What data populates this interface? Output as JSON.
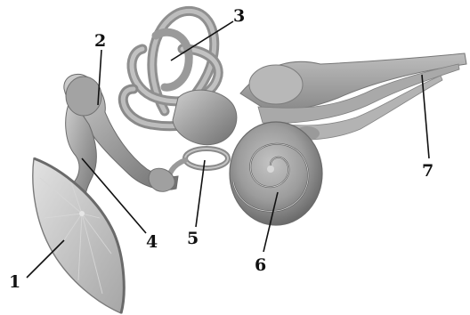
{
  "diagram": {
    "labels": [
      {
        "id": "eardrum",
        "number": "1"
      },
      {
        "id": "incus",
        "number": "2"
      },
      {
        "id": "semicircular-canals",
        "number": "3"
      },
      {
        "id": "malleus",
        "number": "4"
      },
      {
        "id": "stapes",
        "number": "5"
      },
      {
        "id": "cochlea",
        "number": "6"
      },
      {
        "id": "auditory-nerve",
        "number": "7"
      }
    ],
    "colors": {
      "structure_fill": "#9a9a9a",
      "structure_light": "#c8c8c8",
      "structure_dark": "#6a6a6a",
      "eardrum_fill": "#bdbdbd",
      "label_text": "#111111"
    }
  }
}
